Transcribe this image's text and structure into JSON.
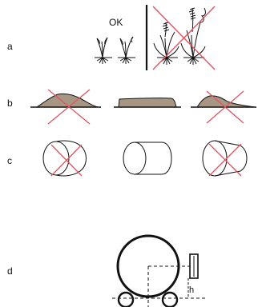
{
  "rows": {
    "a": {
      "label": "a",
      "ok_text": "OK"
    },
    "b": {
      "label": "b"
    },
    "c": {
      "label": "c"
    },
    "d": {
      "label": "d",
      "dim_label": "h"
    }
  },
  "colors": {
    "cross": "#e05560",
    "soil": "#a89684",
    "ink": "#111111"
  }
}
